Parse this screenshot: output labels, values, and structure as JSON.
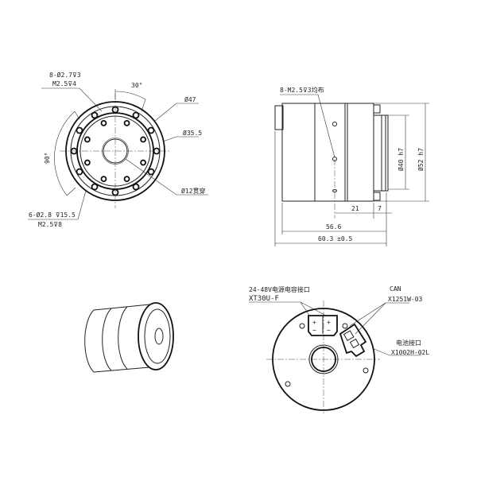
{
  "front_view": {
    "label_holes_a_1": "8-Ø2.7⊽3",
    "label_holes_a_2": "M2.5⊽4",
    "label_angle_30": "30°",
    "label_dia_47": "Ø47",
    "label_dia_35_5": "Ø35.5",
    "label_dia_12": "Ø12贯穿",
    "label_angle_90": "90°",
    "label_holes_b_1": "6-Ø2.8 ⊽15.5",
    "label_holes_b_2": "M2.5⊽8"
  },
  "side_view": {
    "label_holes": "8-M2.5⊽3均布",
    "dim_dia_40": "Ø40 h7",
    "dim_dia_52": "Ø52 h7",
    "dim_21": "21",
    "dim_7": "7",
    "dim_56_6": "56.6",
    "dim_60_3": "60.3 ±0.5"
  },
  "rear_view": {
    "power_label": "24-48V电源电容接口",
    "power_part": "XT30U-F",
    "can_label": "CAN",
    "can_part": "X1251W-03",
    "battery_label": "电池接口",
    "battery_part": "X1002H-02L",
    "plus_sign": "+",
    "minus_sign": "−"
  }
}
